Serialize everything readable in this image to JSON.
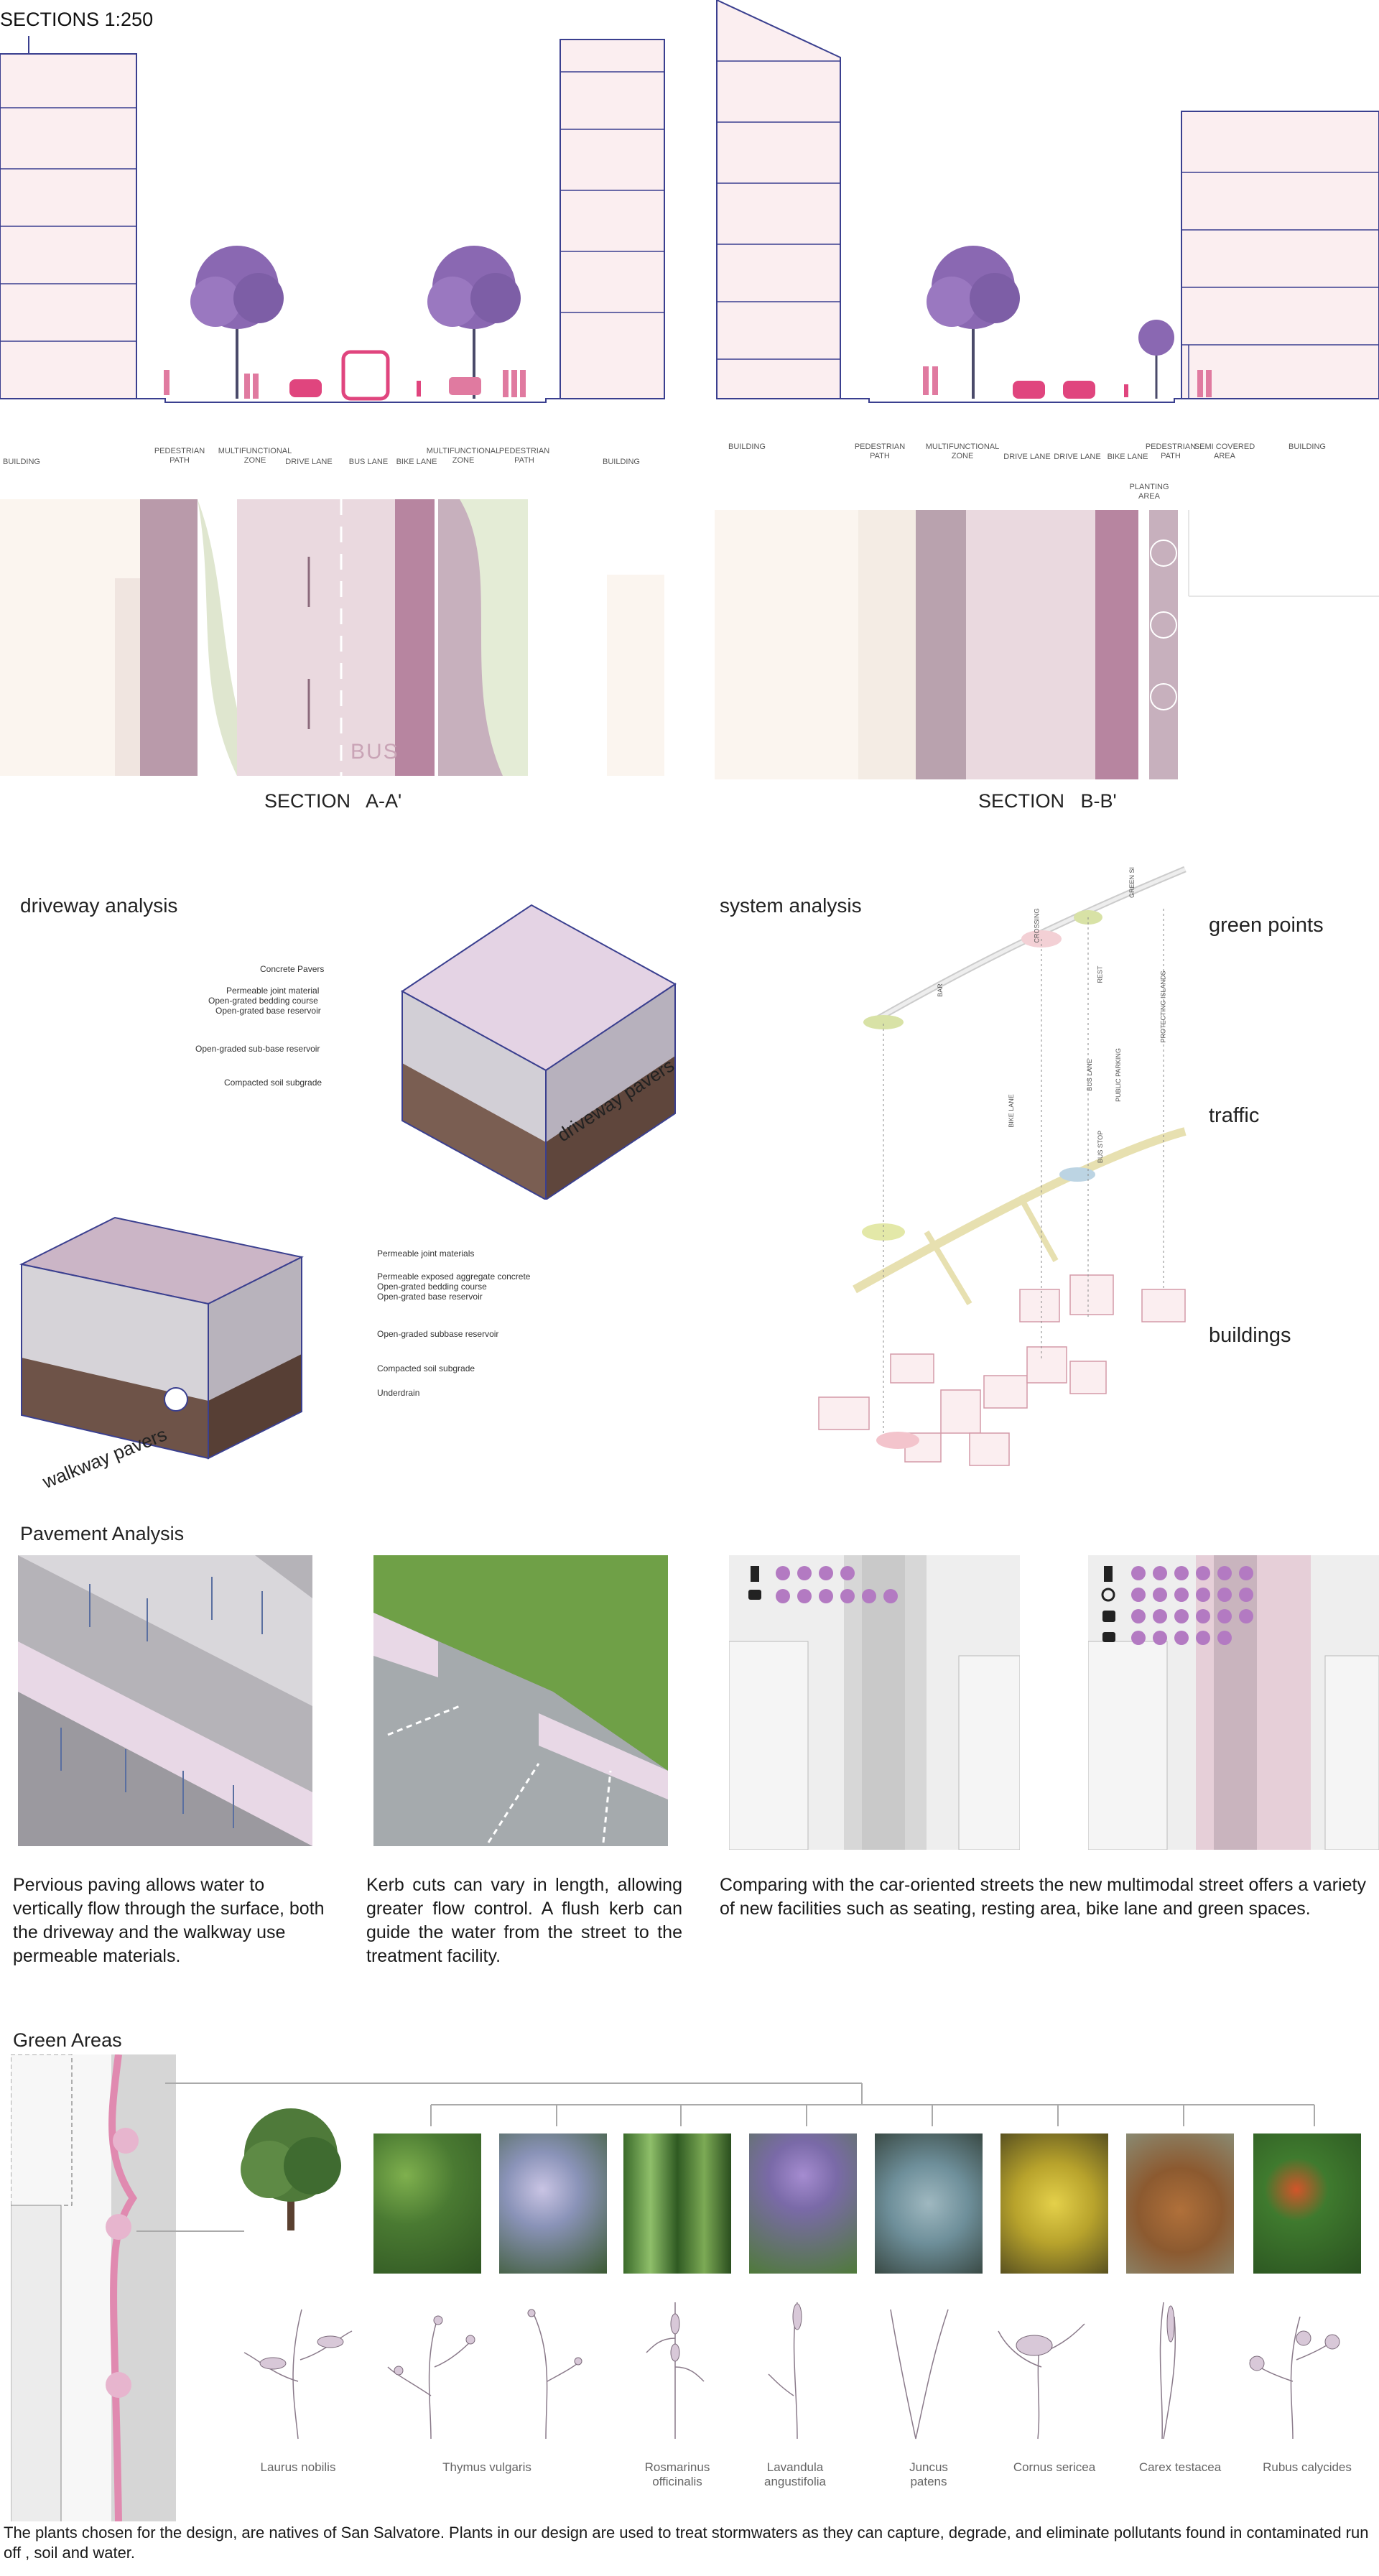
{
  "sections": {
    "heading": "SECTIONS 1:250",
    "a_title": "SECTION   A-A'",
    "b_title": "SECTION   B-B'",
    "a_labels": [
      "BUILDING",
      "PEDESTRIAN\nPATH",
      "MULTIFUNCTIONAL\nZONE",
      "DRIVE LANE",
      "BUS LANE",
      "BIKE LANE",
      "MULTIFUNCTIONAL\nZONE",
      "PEDESTRIAN\nPATH",
      "BUILDING"
    ],
    "b_labels": [
      "BUILDING",
      "PEDESTRIAN\nPATH",
      "MULTIFUNCTIONAL\nZONE",
      "DRIVE LANE",
      "DRIVE LANE",
      "BIKE LANE",
      "PEDESTRIAN\nPATH",
      "SEMI COVERED\nAREA",
      "BUILDING",
      "PLANTING\nAREA"
    ],
    "bus_marking": "BUS"
  },
  "driveway": {
    "heading": "driveway analysis",
    "label": "driveway pavers",
    "layers": [
      "Concrete Pavers",
      "Permeable joint material",
      "Open-grated bedding course",
      "Open-grated base reservoir",
      "Open-graded sub-base reservoir",
      "Compacted soil subgrade"
    ]
  },
  "walkway": {
    "label": "walkway pavers",
    "layers": [
      "Permeable joint materials",
      "Permeable exposed aggregate concrete",
      "Open-grated bedding course",
      "Open-grated base reservoir",
      "Open-graded subbase reservoir",
      "Compacted soil subgrade",
      "Underdrain"
    ]
  },
  "system": {
    "heading": "system analysis",
    "green": "green points",
    "traffic": "traffic",
    "buildings": "buildings",
    "tags": [
      "BAR",
      "CROSSING",
      "GREEN SI",
      "REST",
      "PROTECTING ISLANDS",
      "BIKE LANE",
      "BUS LANE",
      "PUBLIC PARKING",
      "BUS STOP"
    ]
  },
  "pavement": {
    "heading": "Pavement Analysis",
    "p1": "Pervious paving allows water to vertically flow through the surface, both the driveway and the walkway use permeable materials.",
    "p2": "Kerb cuts can vary in length, allowing greater flow control. A flush kerb can guide the water from the street to the treatment facility.",
    "p3": "Comparing with the car-oriented streets the new multimodal street offers a variety of new facilities such as seating, resting area, bike lane and green spaces."
  },
  "green": {
    "heading": "Green Areas",
    "plants": [
      "Laurus nobilis",
      "Thymus vulgaris",
      "Rosmarinus\nofficinalis",
      "Lavandula\nangustifolia",
      "Juncus\npatens",
      "Cornus sericea",
      "Carex testacea",
      "Rubus calycides"
    ],
    "caption": "The plants chosen for the design, are natives of San Salvatore.  Plants in our design are used to treat stormwaters as they can capture, degrade, and eliminate pollutants found in contaminated run off , soil and water."
  },
  "colors": {
    "line": "#3a3f8f",
    "pink": "#f8e9ea",
    "tree": "#8a68b2",
    "magenta": "#d9437a",
    "mauve": "#c9a4b6"
  }
}
